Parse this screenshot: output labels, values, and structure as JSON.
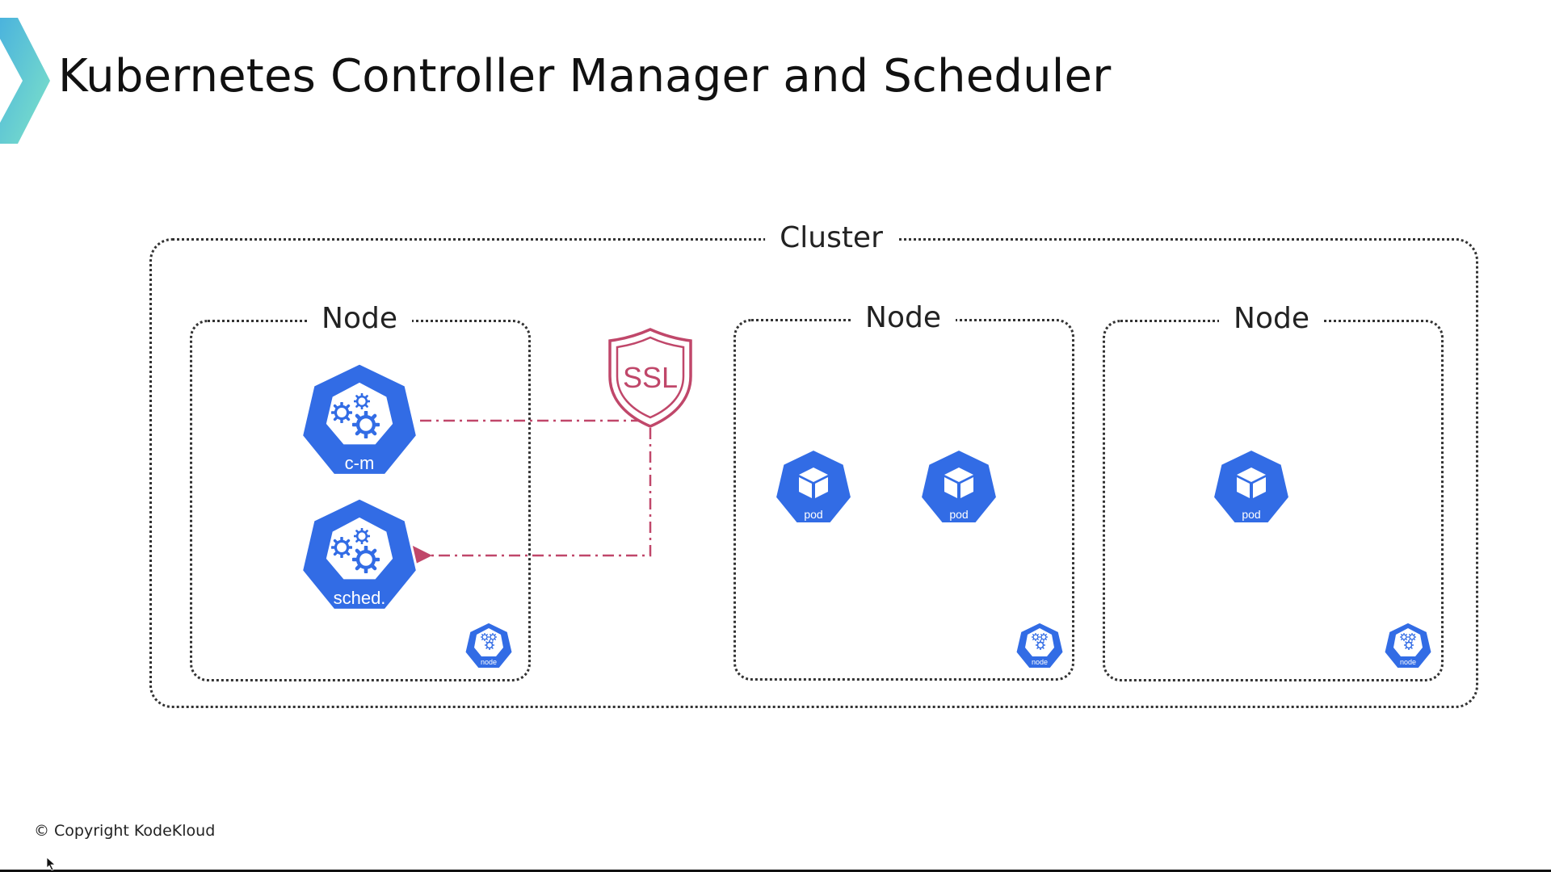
{
  "title": "Kubernetes Controller Manager and Scheduler",
  "cluster": {
    "label": "Cluster"
  },
  "nodes": [
    {
      "label": "Node"
    },
    {
      "label": "Node"
    },
    {
      "label": "Node"
    }
  ],
  "components": {
    "controller_manager": "c-m",
    "scheduler": "sched.",
    "pod": "pod",
    "node_badge": "node"
  },
  "ssl": {
    "label": "SSL"
  },
  "footer": {
    "copyright": "© Copyright KodeKloud"
  },
  "colors": {
    "k8s_blue": "#326CE5",
    "ssl_red": "#C0476A",
    "accent_teal": "#6ED8D0",
    "accent_blue": "#4BB3DD"
  }
}
